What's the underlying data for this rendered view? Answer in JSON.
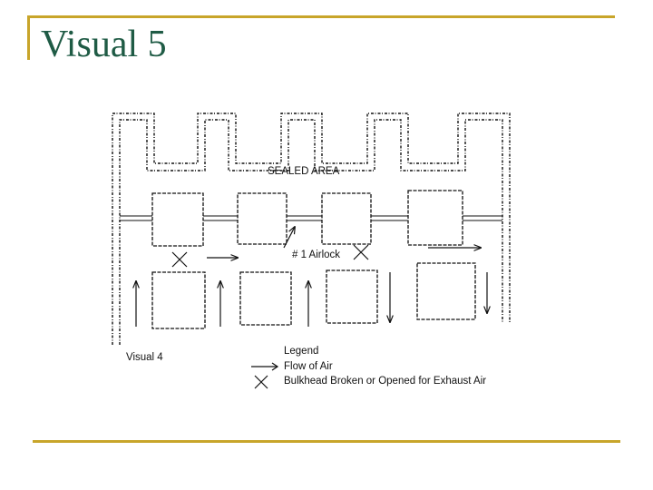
{
  "slide": {
    "title": "Visual 5",
    "accent_color": "#c8a52a",
    "title_color": "#1f5b45"
  },
  "diagram": {
    "sealed_area_label": "SEALED AREA",
    "airlock_label": "# 1 Airlock",
    "caption": "Visual 4"
  },
  "legend": {
    "heading": "Legend",
    "items": [
      {
        "icon": "arrow-icon",
        "label": "Flow of Air"
      },
      {
        "icon": "x-mark-icon",
        "label": "Bulkhead Broken or Opened for Exhaust Air"
      }
    ]
  }
}
